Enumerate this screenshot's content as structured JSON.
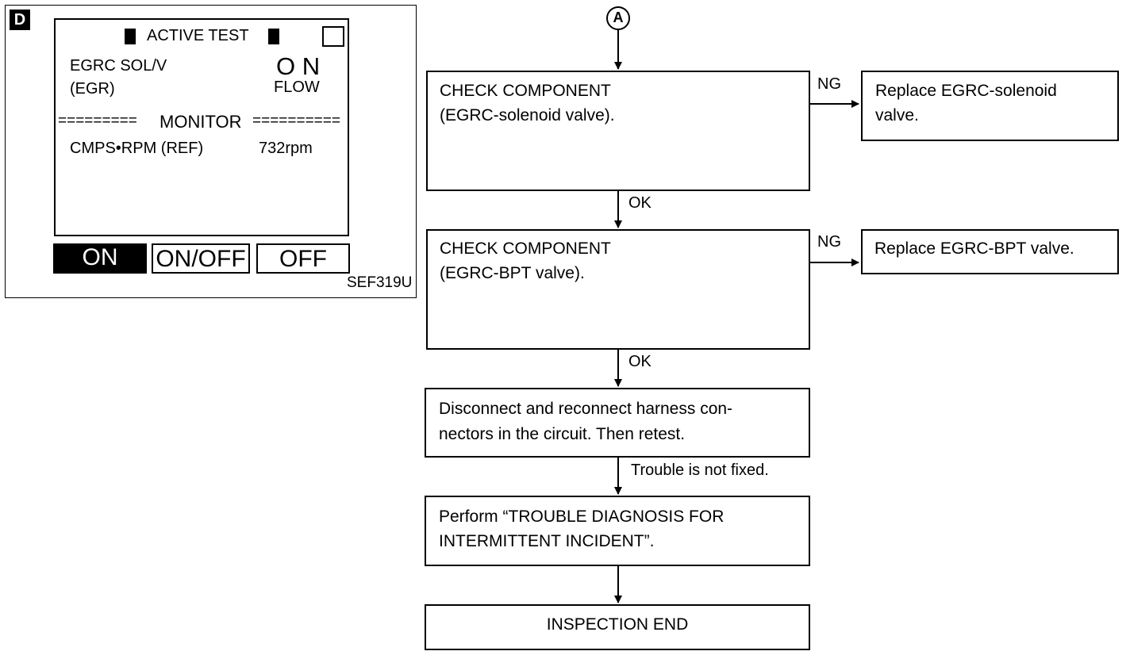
{
  "screen": {
    "badge": "D",
    "title": "ACTIVE TEST",
    "item_name": "EGRC SOL/V",
    "item_sub": "(EGR)",
    "value": "O N",
    "value_sub": "FLOW",
    "monitor_left": "=========",
    "monitor_label": "MONITOR",
    "monitor_right": "==========",
    "monitor_item": "CMPS•RPM (REF)",
    "monitor_value": "732rpm",
    "buttons": [
      "ON",
      "ON/OFF",
      "OFF"
    ],
    "figure_code": "SEF319U"
  },
  "flow": {
    "start_marker": "A",
    "step1": [
      "CHECK COMPONENT",
      "(EGRC-solenoid valve)."
    ],
    "step1_ng_label": "NG",
    "step1_ng_action": [
      "Replace EGRC-solenoid",
      "valve."
    ],
    "ok1": "OK",
    "step2": [
      "CHECK COMPONENT",
      "(EGRC-BPT valve)."
    ],
    "step2_ng_label": "NG",
    "step2_ng_action": "Replace EGRC-BPT valve.",
    "ok2": "OK",
    "step3": [
      "Disconnect and reconnect harness con-",
      "nectors in the circuit. Then retest."
    ],
    "trouble_label": "Trouble is not fixed.",
    "step4": [
      "Perform “TROUBLE DIAGNOSIS FOR",
      "INTERMITTENT INCIDENT”."
    ],
    "end": "INSPECTION END"
  }
}
